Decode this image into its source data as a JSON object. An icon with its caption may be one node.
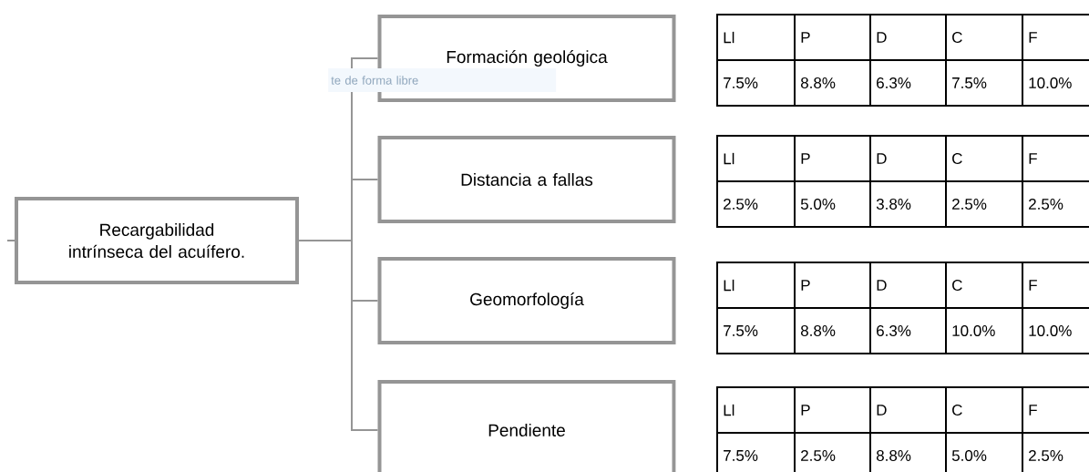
{
  "diagram": {
    "nodes": [
      {
        "text": [
          "Recargabilidad intrínseca del acuífero."
        ]
      },
      {
        "text": [
          "Formación geológica"
        ]
      },
      {
        "text": [
          "Distancia a fallas"
        ]
      },
      {
        "text": [
          "Geomorfología"
        ]
      },
      {
        "text": [
          "Pendiente"
        ]
      }
    ],
    "edges": [
      {
        "from": null,
        "to": 0,
        "arrow": "none"
      },
      {
        "from": 0,
        "to": 1,
        "arrow": "none"
      },
      {
        "from": 0,
        "to": 2,
        "arrow": "none"
      },
      {
        "from": 0,
        "to": 3,
        "arrow": "none"
      },
      {
        "from": 0,
        "to": 4,
        "arrow": "none"
      }
    ],
    "labels": [
      "te de forma libre",
      "Ll",
      "P",
      "D",
      "C",
      "F",
      "7.5%",
      "8.8%",
      "6.3%",
      "7.5%",
      "10.0%",
      "Ll",
      "P",
      "D",
      "C",
      "F",
      "2.5%",
      "5.0%",
      "3.8%",
      "2.5%",
      "2.5%",
      "Ll",
      "P",
      "D",
      "C",
      "F",
      "7.5%",
      "8.8%",
      "6.3%",
      "10.0%",
      "10.0%",
      "Ll",
      "P",
      "D",
      "C",
      "F",
      "7.5%",
      "2.5%",
      "8.8%",
      "5.0%",
      "2.5%"
    ]
  }
}
